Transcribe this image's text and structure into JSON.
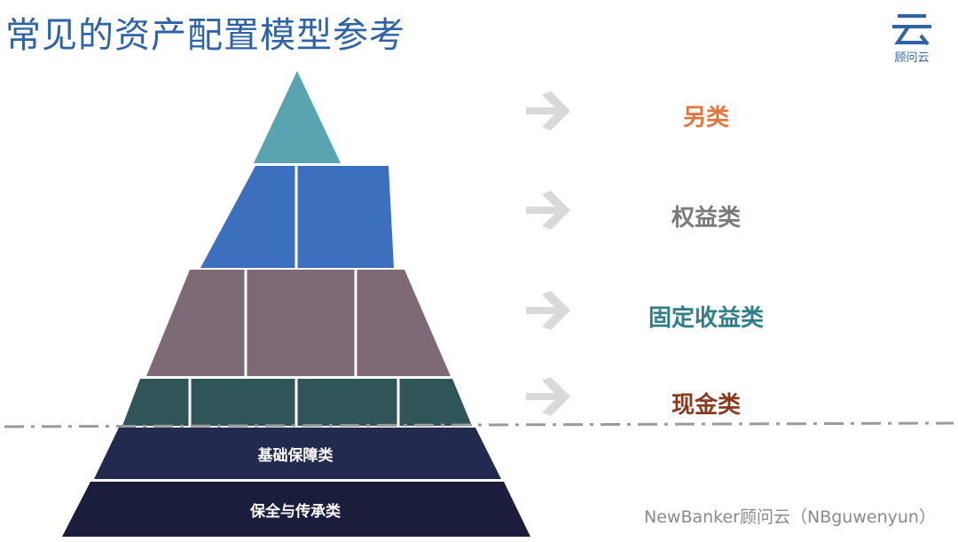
{
  "header": {
    "title": "常见的资产配置模型参考"
  },
  "logo": {
    "text": "顾问云",
    "icon": "cloud-character-icon"
  },
  "categories": [
    {
      "label": "另类",
      "color": "#e0763e"
    },
    {
      "label": "权益类",
      "color": "#7a7a7a"
    },
    {
      "label": "固定收益类",
      "color": "#2f7f8a"
    },
    {
      "label": "现金类",
      "color": "#8a3a1e"
    }
  ],
  "base_layers": [
    {
      "label": "基础保障类"
    },
    {
      "label": "保全与传承类"
    }
  ],
  "colors": {
    "alternative": "#5aa3b0",
    "equity": "#3d6fbf",
    "fixed_income": "#7d6a76",
    "cash": "#2f5558",
    "base": "#232a4f",
    "legacy": "#1a1e3c",
    "arrow": "#d9d9d9",
    "divider": "#9a9a9a"
  },
  "footer": {
    "text": "NewBanker顾问云（NBguwenyun）"
  }
}
